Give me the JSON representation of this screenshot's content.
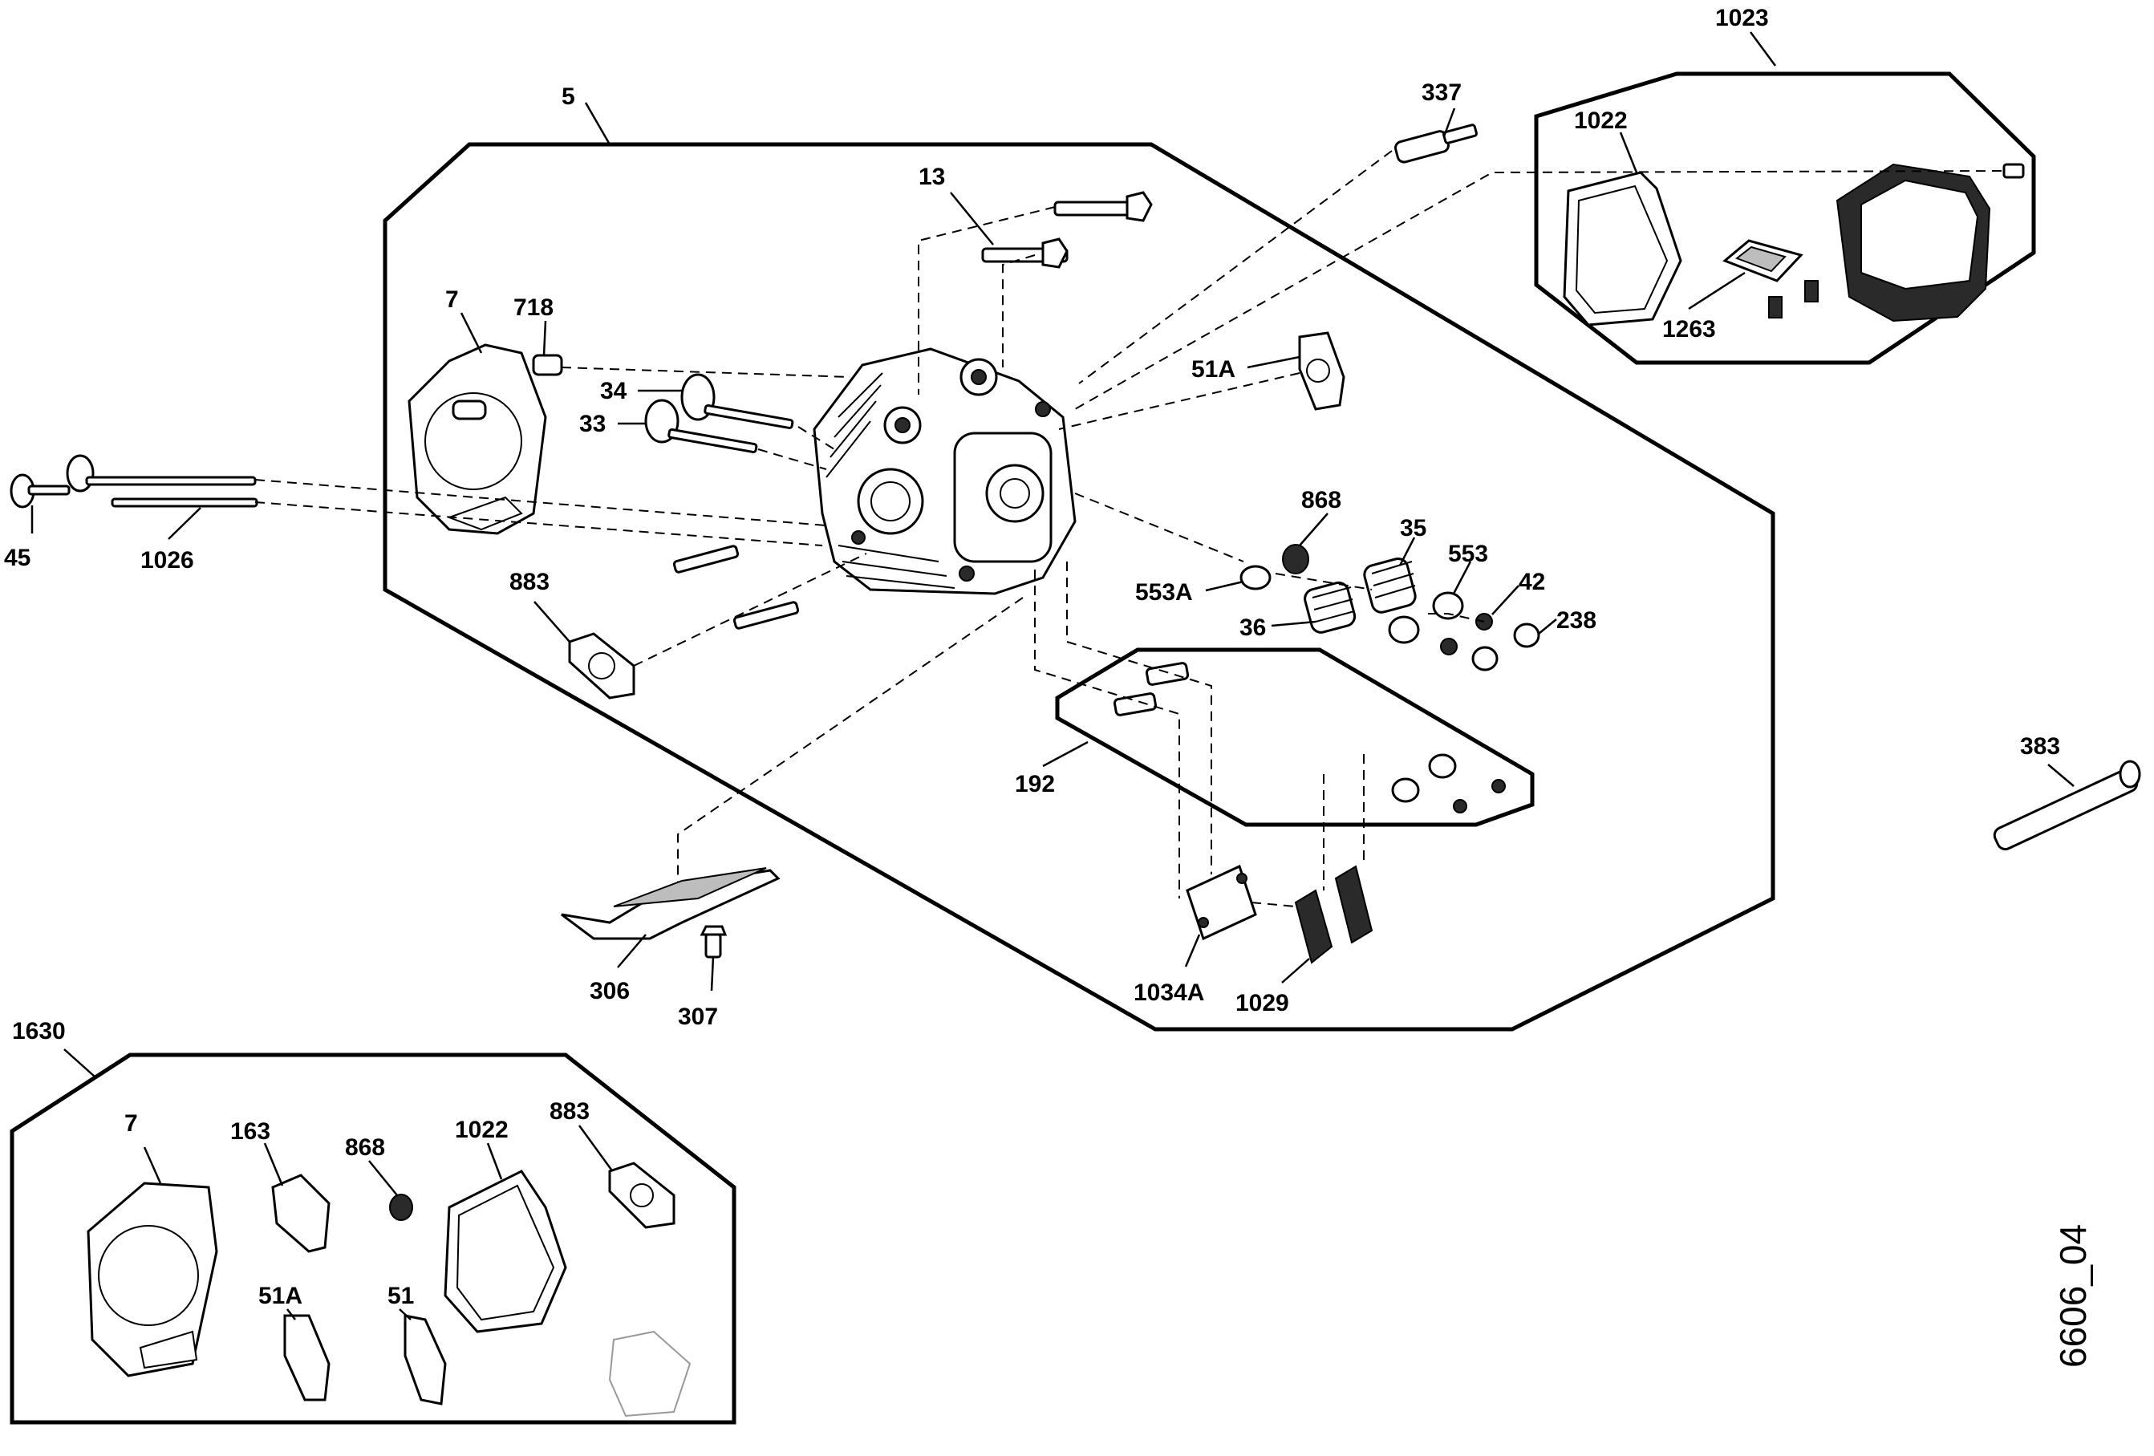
{
  "drawing_code": "6606_04",
  "groups": [
    {
      "id": "group-5",
      "label": "5"
    },
    {
      "id": "group-1023",
      "label": "1023"
    },
    {
      "id": "group-192",
      "label": "192"
    },
    {
      "id": "group-1630",
      "label": "1630"
    }
  ],
  "labels": {
    "p5": "5",
    "p13": "13",
    "p337": "337",
    "p1023": "1023",
    "p1022": "1022",
    "p1263": "1263",
    "p7": "7",
    "p718": "718",
    "p34": "34",
    "p33": "33",
    "p45": "45",
    "p1026": "1026",
    "p51A": "51A",
    "p868": "868",
    "p35": "35",
    "p553": "553",
    "p553A": "553A",
    "p42": "42",
    "p36": "36",
    "p238": "238",
    "p883": "883",
    "p192": "192",
    "p383": "383",
    "p306": "306",
    "p307": "307",
    "p1034A": "1034A",
    "p1029": "1029",
    "p1630": "1630",
    "k7": "7",
    "k163": "163",
    "k868": "868",
    "k1022": "1022",
    "k883": "883",
    "k51A": "51A",
    "k51": "51"
  }
}
